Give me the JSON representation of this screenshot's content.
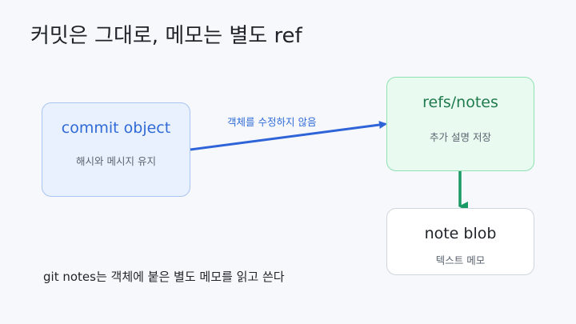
{
  "title": "커밋은 그대로, 메모는 별도 ref",
  "nodes": {
    "commit": {
      "label": "commit object",
      "sub": "해시와 메시지 유지"
    },
    "refs": {
      "label": "refs/notes",
      "sub": "추가 설명 저장"
    },
    "blob": {
      "label": "note blob",
      "sub": "텍스트 메모"
    }
  },
  "edges": {
    "commit_to_refs": {
      "label": "객체를 수정하지 않음",
      "color": "#2f63d8"
    },
    "refs_to_blob": {
      "color": "#1a9a64"
    }
  },
  "footnote": "git notes는 객체에 붙은 별도 메모를 읽고 쓴다",
  "colors": {
    "background": "#f6f8fb",
    "commit_fill": "#eaf1fe",
    "refs_fill": "#e9fbf1",
    "blob_fill": "#ffffff"
  }
}
